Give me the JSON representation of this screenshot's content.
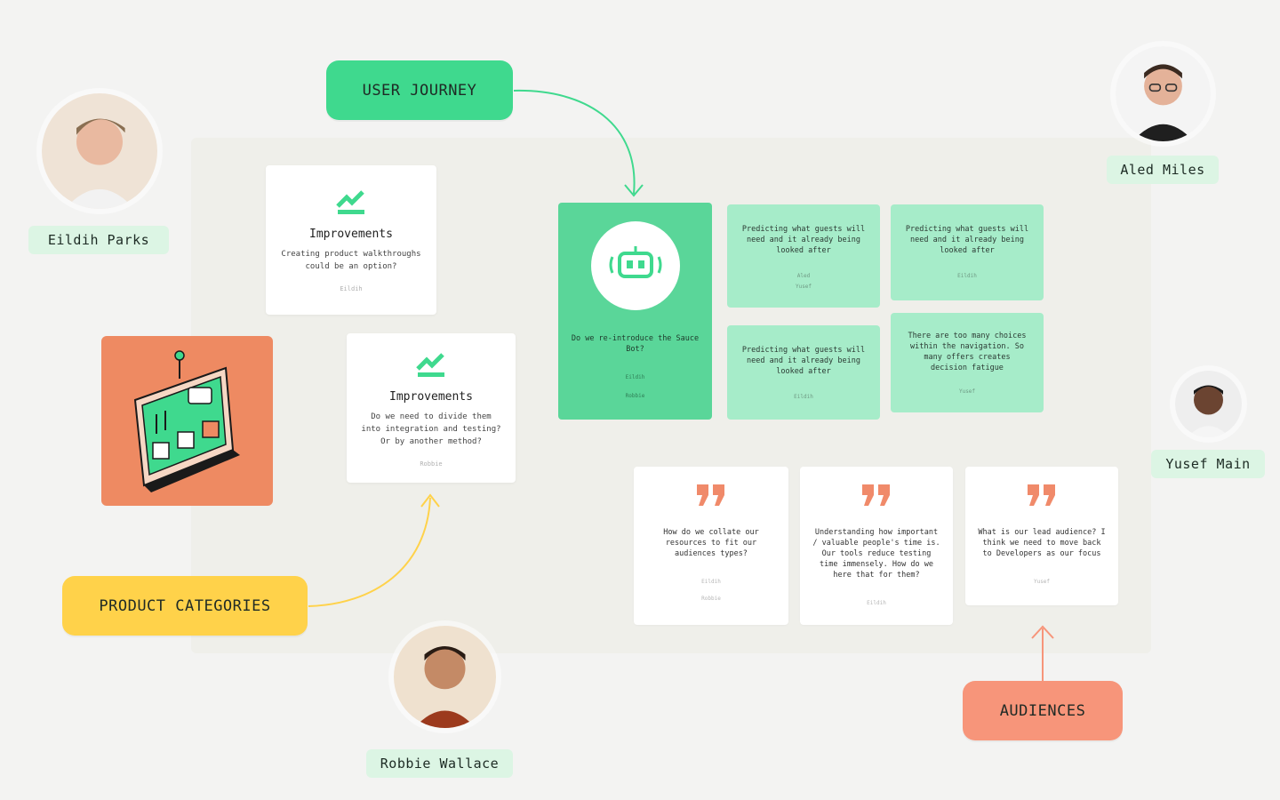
{
  "labels": {
    "user_journey": "USER JOURNEY",
    "product_categories": "PRODUCT CATEGORIES",
    "audiences": "AUDIENCES"
  },
  "people": {
    "eildih": "Eildih Parks",
    "aled": "Aled Miles",
    "yusef": "Yusef Main",
    "robbie": "Robbie Wallace"
  },
  "improvements": [
    {
      "title": "Improvements",
      "text": "Creating product walkthroughs could be an option?",
      "author": "Eildih"
    },
    {
      "title": "Improvements",
      "text": "Do we need to divide them into integration and testing? Or by another method?",
      "author": "Robbie"
    }
  ],
  "bot_card": {
    "text": "Do we re-introduce the Sauce Bot?",
    "author_1": "Eildih",
    "author_2": "Robbie"
  },
  "stickies": [
    {
      "text": "Predicting what guests will need and it already being looked after",
      "author_1": "Aled",
      "author_2": "Yusef"
    },
    {
      "text": "Predicting what guests will need and it already being looked after",
      "author_1": "Eildih",
      "author_2": ""
    },
    {
      "text": "Predicting what guests will need and it already being looked after",
      "author_1": "Eildih",
      "author_2": ""
    },
    {
      "text": "There are too many choices within the navigation. So many offers creates decision fatigue",
      "author_1": "Yusef",
      "author_2": ""
    }
  ],
  "quotes": [
    {
      "text": "How do we collate our resources to fit our audiences types?",
      "author_1": "Eildih",
      "author_2": "Robbie"
    },
    {
      "text": "Understanding how important / valuable people's time is. Our tools reduce testing time immensely. How do we here that for them?",
      "author_1": "Eildih",
      "author_2": ""
    },
    {
      "text": "What is our lead audience? I think we need to move back to Developers as our focus",
      "author_1": "Yusef",
      "author_2": ""
    }
  ],
  "colors": {
    "green": "#3fd98e",
    "yellow": "#ffd24a",
    "orange": "#f7957a",
    "sticky": "#a6ecc9",
    "quote": "#f08a6a"
  }
}
